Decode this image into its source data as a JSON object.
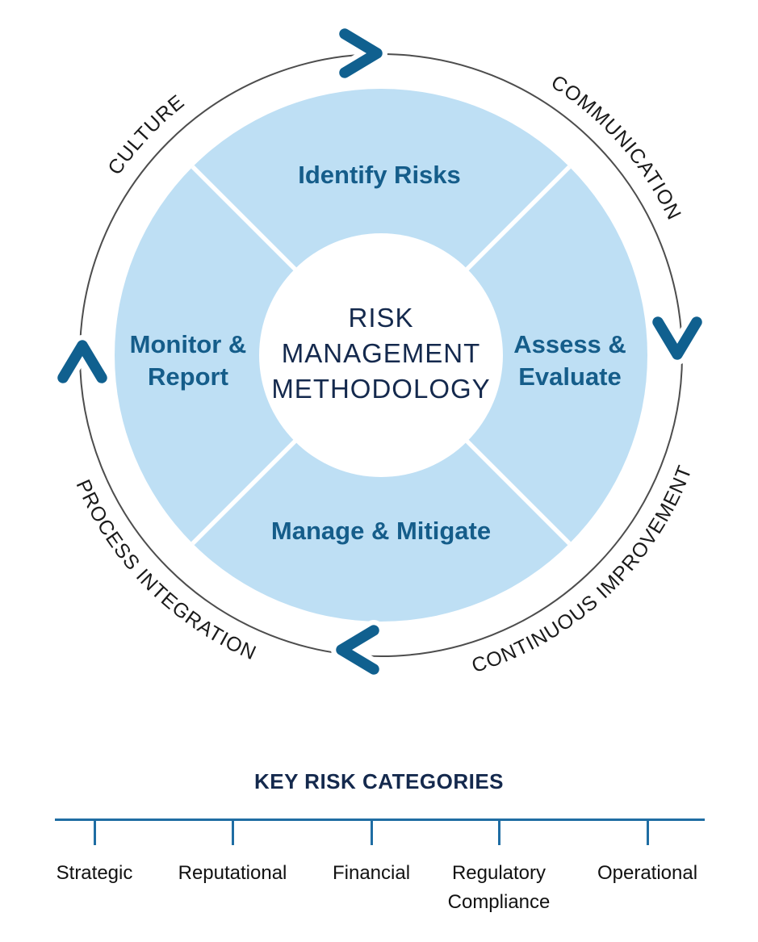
{
  "cycle_diagram": {
    "center_label": {
      "line1": "RISK",
      "line2": "MANAGEMENT",
      "line3": "METHODOLOGY"
    },
    "segments": {
      "top": {
        "line1": "Identify Risks"
      },
      "right": {
        "line1": "Assess &",
        "line2": "Evaluate"
      },
      "bottom": {
        "line1": "Manage & Mitigate"
      },
      "left": {
        "line1": "Monitor &",
        "line2": "Report"
      }
    },
    "outer_labels": {
      "top_left": "CULTURE",
      "top_right": "COMMUNICATION",
      "bottom_right": "CONTINUOUS IMPROVEMENT",
      "bottom_left": "PROCESS INTEGRATION"
    },
    "arrows": {
      "top": "chevron-right",
      "right": "chevron-down",
      "bottom": "chevron-left",
      "left": "chevron-up",
      "flow": "clockwise"
    },
    "colors": {
      "ring_fill": "#bedff4",
      "segment_text": "#155d8a",
      "center_text": "#14294d",
      "outer_circle_stroke": "#4d4d4d",
      "outer_label_text": "#1a1a1a",
      "arrow": "#10608f",
      "divider": "#ffffff"
    }
  },
  "key_risk_categories": {
    "title": "KEY RISK CATEGORIES",
    "axis_color": "#1f6da3",
    "items": [
      {
        "line1": "Strategic",
        "line2": ""
      },
      {
        "line1": "Reputational",
        "line2": ""
      },
      {
        "line1": "Financial",
        "line2": ""
      },
      {
        "line1": "Regulatory",
        "line2": "Compliance"
      },
      {
        "line1": "Operational",
        "line2": ""
      }
    ]
  }
}
